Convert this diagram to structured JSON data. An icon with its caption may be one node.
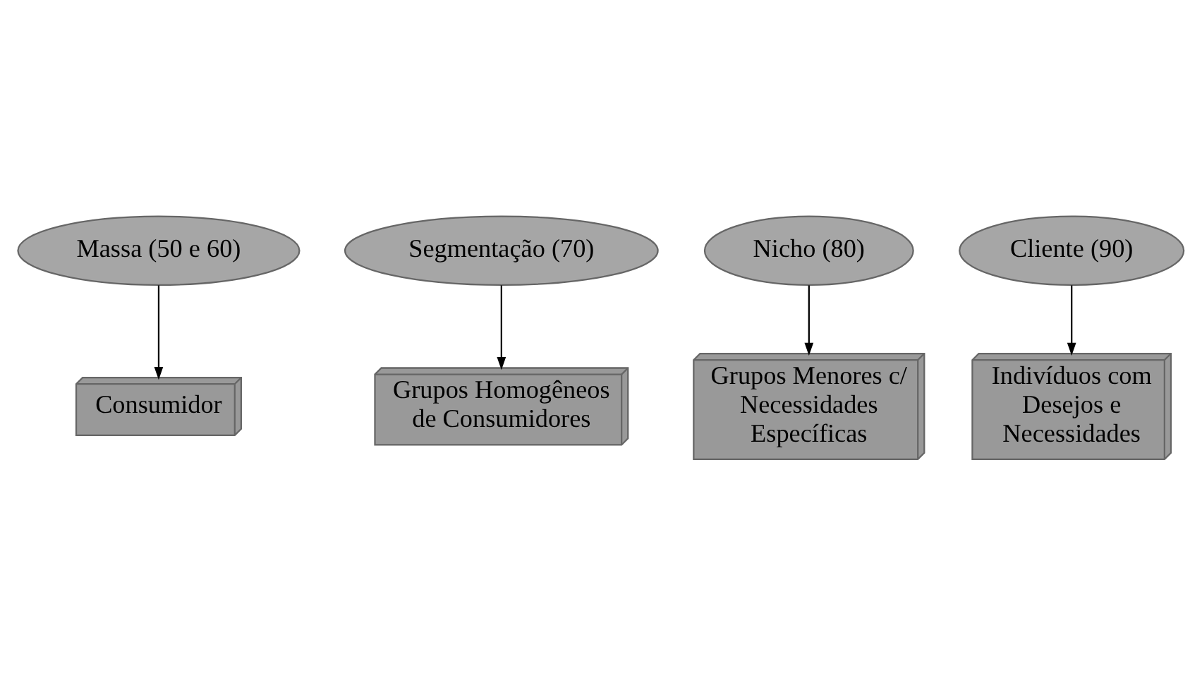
{
  "diagram": {
    "nodes": [
      {
        "text": [
          "Massa (50 e 60)"
        ]
      },
      {
        "text": [
          "Consumidor"
        ]
      },
      {
        "text": [
          "Segmentação (70)"
        ]
      },
      {
        "text": [
          "Grupos Homogêneos de Consumidores"
        ]
      },
      {
        "text": [
          "Nicho (80)"
        ]
      },
      {
        "text": [
          "Grupos Menores c/ Necessidades Específicas"
        ]
      },
      {
        "text": [
          "Cliente (90)"
        ]
      },
      {
        "text": [
          "Indivíduos com Desejos e Necessidades"
        ]
      }
    ],
    "edges": [
      {
        "from": 0,
        "to": 1,
        "arrow": "to"
      },
      {
        "from": 2,
        "to": 3,
        "arrow": "to"
      },
      {
        "from": 4,
        "to": 5,
        "arrow": "to"
      },
      {
        "from": 6,
        "to": 7,
        "arrow": "to"
      }
    ]
  }
}
